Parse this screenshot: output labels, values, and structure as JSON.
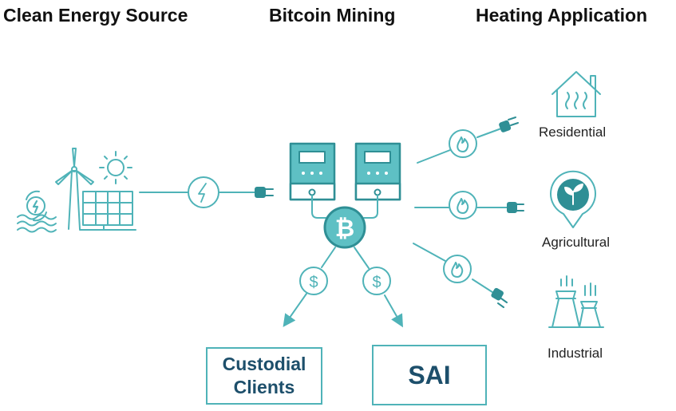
{
  "headers": {
    "clean_energy": "Clean Energy Source",
    "mining": "Bitcoin Mining",
    "heating": "Heating Application"
  },
  "applications": {
    "residential": "Residential",
    "agricultural": "Agricultural",
    "industrial": "Industrial"
  },
  "outputs": {
    "custodial_line1": "Custodial",
    "custodial_line2": "Clients",
    "sai": "SAI"
  },
  "icons": {
    "energy": [
      "hydro-turbine-icon",
      "wind-turbine-icon",
      "sun-icon",
      "solar-panel-icon"
    ],
    "connector": [
      "lightning-icon",
      "plug-icon",
      "flame-icon",
      "dollar-icon",
      "bitcoin-icon",
      "miner-icon",
      "house-icon",
      "plant-pin-icon",
      "factory-icon"
    ]
  },
  "colors": {
    "accent": "#4fb3b8",
    "accent_dark": "#2f8f95",
    "text_box": "#1d4f6b"
  }
}
